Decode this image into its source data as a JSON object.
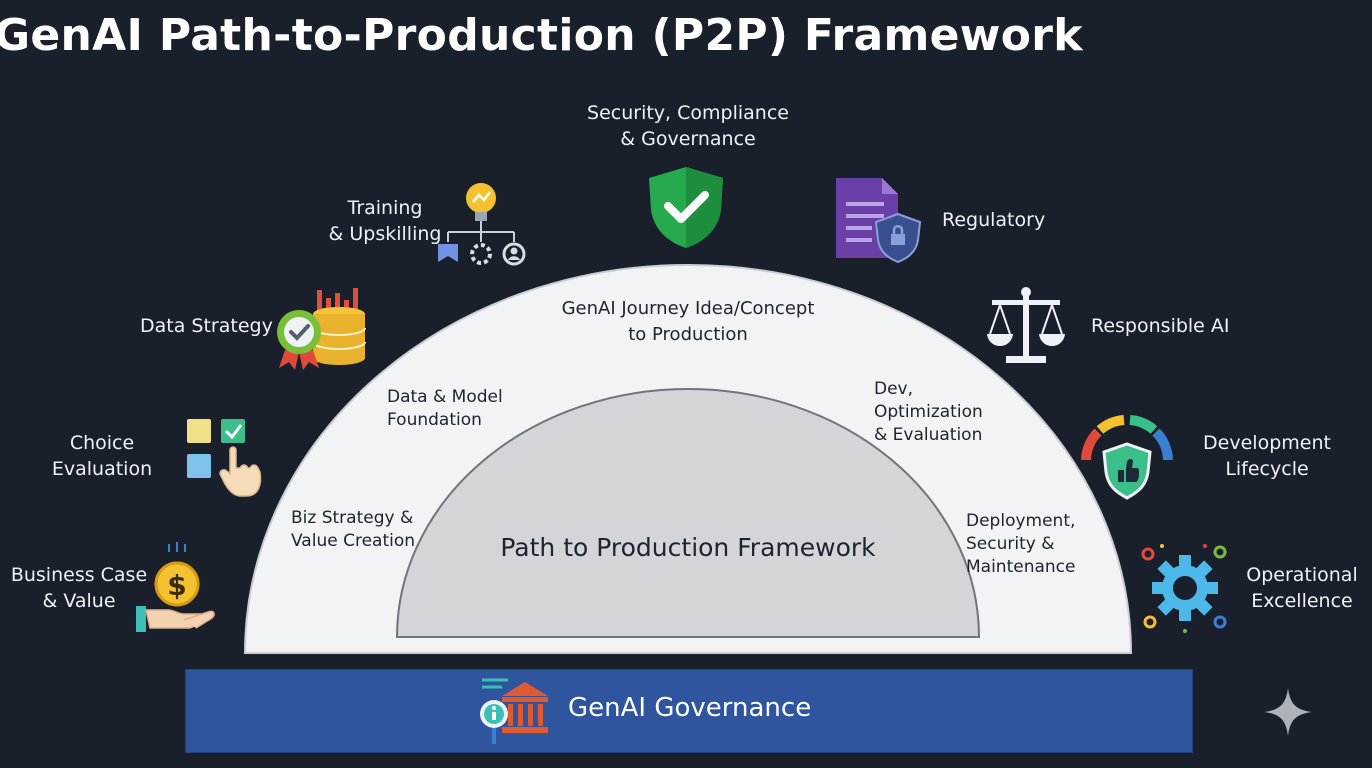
{
  "title": "GenAI Path-to-Production (P2P) Framework",
  "outer_items": {
    "security": "Security, Compliance\n& Governance",
    "training": "Training\n& Upskilling",
    "regulatory": "Regulatory",
    "data_strategy": "Data Strategy",
    "responsible_ai": "Responsible AI",
    "choice": "Choice\nEvaluation",
    "dev_lifecycle": "Development\nLifecycle",
    "business_case": "Business Case\n& Value",
    "operational": "Operational\nExcellence"
  },
  "arc": {
    "journey": "GenAI Journey Idea/Concept\nto Production",
    "data_model": "Data & Model\nFoundation",
    "dev_opt": "Dev,\nOptimization\n& Evaluation",
    "biz_strategy": "Biz Strategy &\nValue Creation",
    "deployment": "Deployment,\nSecurity &\nMaintenance",
    "center_title": "Path to Production Framework"
  },
  "governance": {
    "label": "GenAI Governance"
  },
  "colors": {
    "background": "#1a202b",
    "outer_arc": "#f2f3f5",
    "inner_arc": "#d3d5d9",
    "governance_bar": "#2f559f",
    "shield_green": "#21a14a",
    "gold": "#f2c12e"
  }
}
